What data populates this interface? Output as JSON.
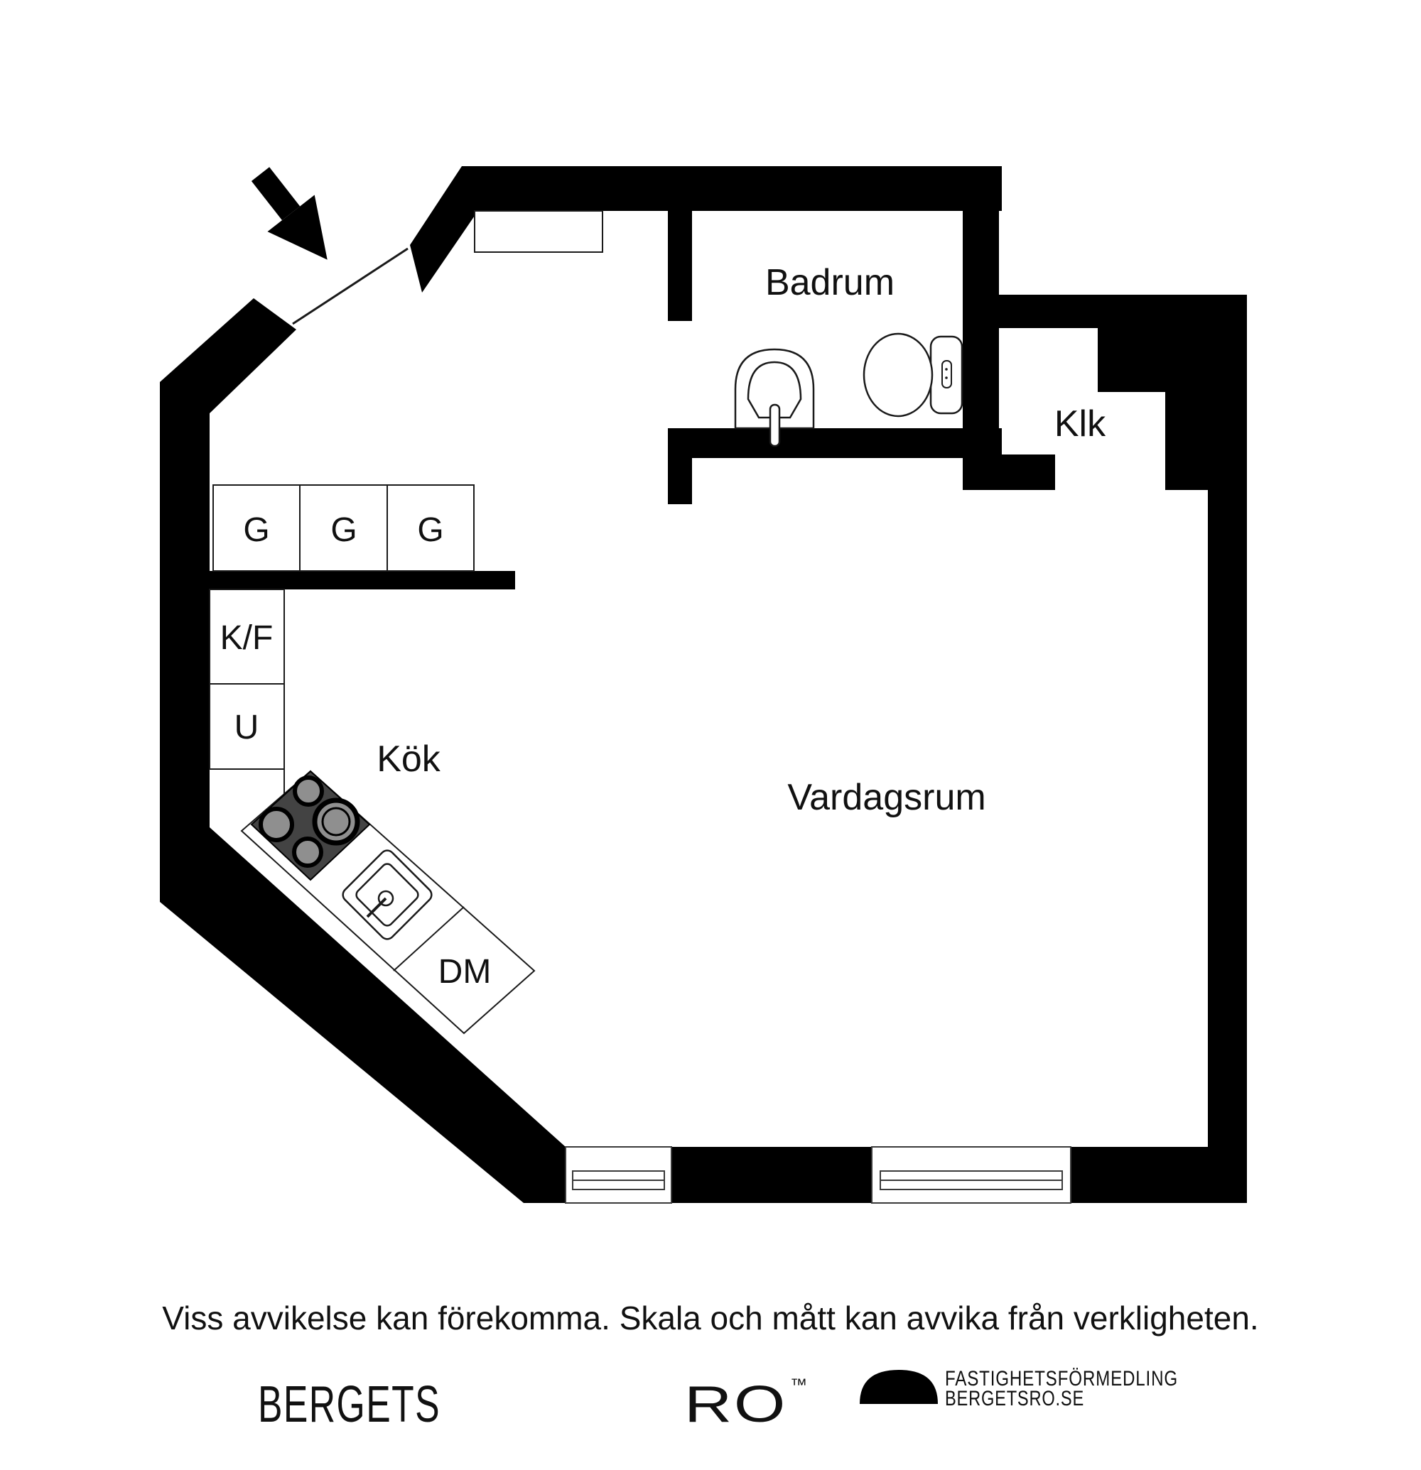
{
  "rooms": {
    "badrum": "Badrum",
    "klk": "Klk",
    "kok": "Kök",
    "vardagsrum": "Vardagsrum"
  },
  "cabinets": {
    "g1": "G",
    "g2": "G",
    "g3": "G",
    "kf": "K/F",
    "u": "U",
    "dm": "DM"
  },
  "disclaimer": "Viss avvikelse kan förekomma. Skala och mått kan avvika från verkligheten.",
  "branding": {
    "wordmark_left": "BERGETS",
    "wordmark_right": "RO",
    "trademark": "™",
    "agency_line1": "FASTIGHETSFÖRMEDLING",
    "agency_line2": "BERGETSRO.SE"
  },
  "icons": {
    "entrance_arrow": "arrow-pointing-to-entrance-door",
    "logo_mark": "black-dome-half-circle",
    "toilet": "toilet-top-view",
    "washbasin": "washbasin-top-view",
    "stove": "four-burner-stove-top-view",
    "kitchen_sink": "kitchen-sink-top-view",
    "windows": "two-windows-in-bottom-wall"
  },
  "colors": {
    "wall": "#000000",
    "background": "#ffffff",
    "stove_body": "#434343",
    "burner_fill": "#8f8f8f",
    "thin_line": "#1a1a1a"
  }
}
